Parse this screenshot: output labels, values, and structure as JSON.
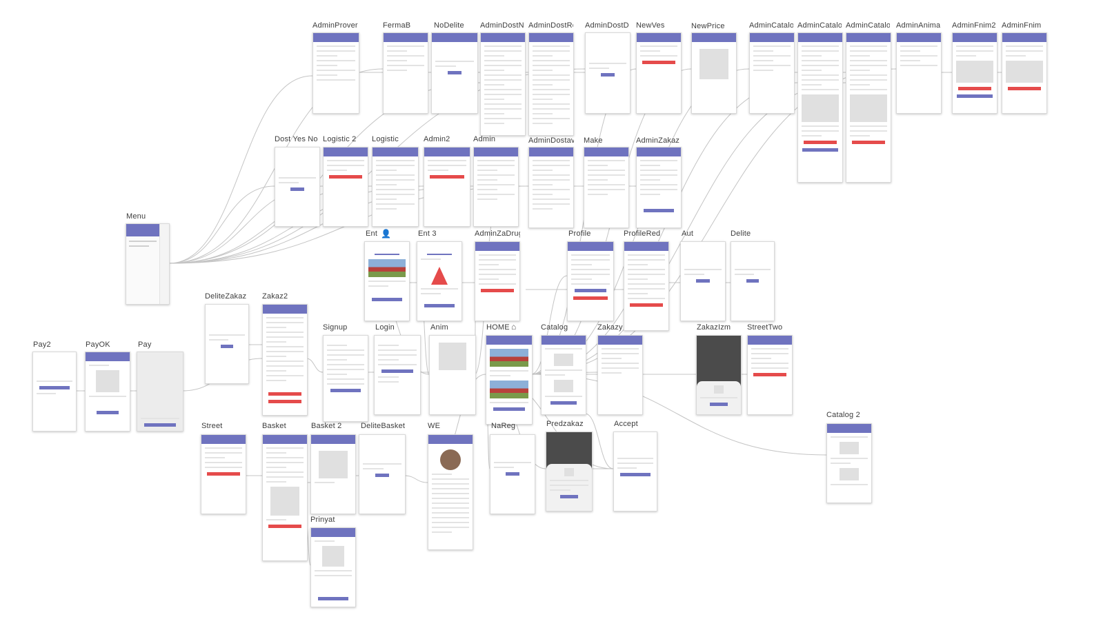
{
  "canvas": {
    "background": "#ffffff",
    "accent": "#6f73bf",
    "danger": "#e54b4b",
    "wire_color": "#c4c4c4"
  },
  "screens": [
    {
      "id": "AdminProver",
      "label": "AdminProver"
    },
    {
      "id": "FermaB",
      "label": "FermaB"
    },
    {
      "id": "NoDelite",
      "label": "NoDelite"
    },
    {
      "id": "AdminDostNe",
      "label": "AdminDostNe"
    },
    {
      "id": "AdminDostRe",
      "label": "AdminDostRe"
    },
    {
      "id": "AdminDostD",
      "label": "AdminDostD"
    },
    {
      "id": "NewVes",
      "label": "NewVes"
    },
    {
      "id": "NewPrice",
      "label": "NewPrice"
    },
    {
      "id": "AdminCatalog1",
      "label": "AdminCatalo"
    },
    {
      "id": "AdminCatalog2",
      "label": "AdminCatalo"
    },
    {
      "id": "AdminCatalog3",
      "label": "AdminCatalo"
    },
    {
      "id": "AdminAnimal",
      "label": "AdminAnimal"
    },
    {
      "id": "AdminFnim2",
      "label": "AdminFnim2"
    },
    {
      "id": "AdminFnim",
      "label": "AdminFnim"
    },
    {
      "id": "DostYesNo",
      "label": "Dost Yes No"
    },
    {
      "id": "Logistic2",
      "label": "Logistic 2"
    },
    {
      "id": "Logistic",
      "label": "Logistic"
    },
    {
      "id": "Admin2",
      "label": "Admin2"
    },
    {
      "id": "Admin",
      "label": "Admin"
    },
    {
      "id": "AdminDostav",
      "label": "AdminDostav"
    },
    {
      "id": "Make",
      "label": "Make"
    },
    {
      "id": "AdminZakaz",
      "label": "AdminZakaz"
    },
    {
      "id": "Menu",
      "label": "Menu"
    },
    {
      "id": "Ent",
      "label": "Ent"
    },
    {
      "id": "Ent3",
      "label": "Ent 3"
    },
    {
      "id": "AdminZaDrug",
      "label": "AdminZaDrug"
    },
    {
      "id": "Profile",
      "label": "Profile"
    },
    {
      "id": "ProfileRed",
      "label": "ProfileRed"
    },
    {
      "id": "Aut",
      "label": "Aut"
    },
    {
      "id": "Delite",
      "label": "Delite"
    },
    {
      "id": "DeliteZakaz",
      "label": "DeliteZakaz"
    },
    {
      "id": "Zakaz2",
      "label": "Zakaz2"
    },
    {
      "id": "Signup",
      "label": "Signup"
    },
    {
      "id": "Login",
      "label": "Login"
    },
    {
      "id": "Anim",
      "label": "Anim"
    },
    {
      "id": "HOME",
      "label": "HOME"
    },
    {
      "id": "Catalog",
      "label": "Catalog"
    },
    {
      "id": "Zakazy",
      "label": "Zakazy"
    },
    {
      "id": "ZakazIzm",
      "label": "ZakazIzm"
    },
    {
      "id": "StreetTwo",
      "label": "StreetTwo"
    },
    {
      "id": "Pay2",
      "label": "Pay2"
    },
    {
      "id": "PayOK",
      "label": "PayOK"
    },
    {
      "id": "Pay",
      "label": "Pay"
    },
    {
      "id": "Street",
      "label": "Street"
    },
    {
      "id": "Basket",
      "label": "Basket"
    },
    {
      "id": "Basket2",
      "label": "Basket 2"
    },
    {
      "id": "DeliteBasket",
      "label": "DeliteBasket"
    },
    {
      "id": "WE",
      "label": "WE"
    },
    {
      "id": "NaReg",
      "label": "NaReg"
    },
    {
      "id": "Predzakaz",
      "label": "Predzakaz"
    },
    {
      "id": "Accept",
      "label": "Accept"
    },
    {
      "id": "Catalog2",
      "label": "Catalog 2"
    },
    {
      "id": "Prinyat",
      "label": "Prinyat"
    }
  ],
  "icons": {
    "ent": "user-icon",
    "home": "home-icon"
  }
}
